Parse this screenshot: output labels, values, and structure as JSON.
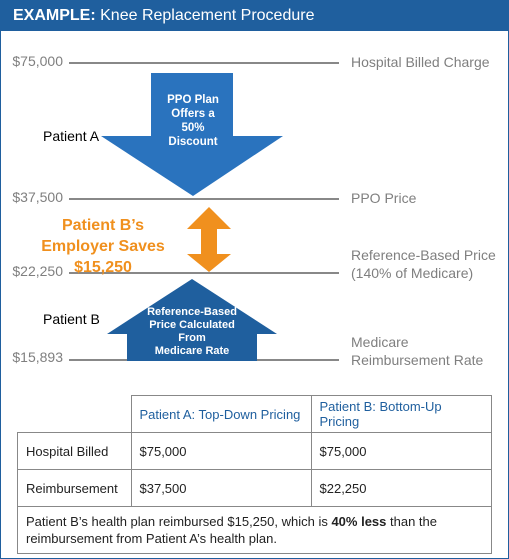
{
  "header": {
    "bold": "EXAMPLE:",
    "title": "Knee Replacement Procedure"
  },
  "prices": {
    "p75000": "$75,000",
    "p37500": "$37,500",
    "p22250": "$22,250",
    "p15893": "$15,893"
  },
  "labels": {
    "hospital_billed_charge": "Hospital Billed Charge",
    "ppo_price": "PPO Price",
    "rbp_line1": "Reference-Based Price",
    "rbp_line2": "(140% of Medicare)",
    "medicare_line1": "Medicare",
    "medicare_line2": "Reimbursement Rate"
  },
  "patients": {
    "a": "Patient A",
    "b": "Patient B"
  },
  "down_arrow": {
    "l1": "PPO Plan",
    "l2": "Offers a",
    "l3": "50%",
    "l4": "Discount"
  },
  "up_arrow": {
    "l1": "Reference-Based",
    "l2": "Price Calculated",
    "l3": "From",
    "l4": "Medicare Rate"
  },
  "savings": {
    "l1": "Patient B’s",
    "l2": "Employer Saves",
    "l3": "$15,250"
  },
  "colors": {
    "blue": "#2a73be",
    "orange": "#f0901e",
    "header": "#1f5f9e"
  },
  "table": {
    "headers": [
      "Patient A: Top-Down Pricing",
      "Patient B: Bottom-Up Pricing"
    ],
    "rows": [
      {
        "label": "Hospital Billed",
        "a": "$75,000",
        "b": "$75,000"
      },
      {
        "label": "Reimbursement",
        "a": "$37,500",
        "b": "$22,250"
      }
    ],
    "note_pre": "Patient B’s health plan reimbursed $15,250, which is ",
    "note_bold": "40% less",
    "note_post": " than the reimbursement from Patient A’s health plan."
  }
}
